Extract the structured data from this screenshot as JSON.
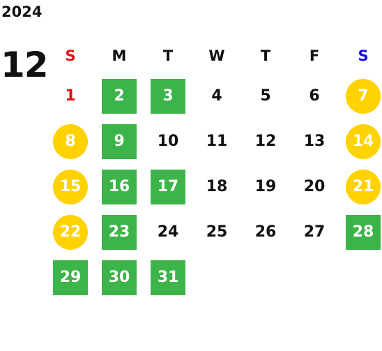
{
  "calendar": {
    "year": "2024",
    "month": "12",
    "weekdays": [
      {
        "label": "S",
        "color": "#e01010"
      },
      {
        "label": "M",
        "color": "#111111"
      },
      {
        "label": "T",
        "color": "#111111"
      },
      {
        "label": "W",
        "color": "#111111"
      },
      {
        "label": "T",
        "color": "#111111"
      },
      {
        "label": "F",
        "color": "#111111"
      },
      {
        "label": "S",
        "color": "#1010e0"
      }
    ],
    "first_weekday_index": 0,
    "days": [
      {
        "day": "1",
        "style": "plain",
        "color": "#e01010"
      },
      {
        "day": "2",
        "style": "green"
      },
      {
        "day": "3",
        "style": "green"
      },
      {
        "day": "4",
        "style": "plain"
      },
      {
        "day": "5",
        "style": "plain"
      },
      {
        "day": "6",
        "style": "plain"
      },
      {
        "day": "7",
        "style": "yellow"
      },
      {
        "day": "8",
        "style": "yellow"
      },
      {
        "day": "9",
        "style": "green"
      },
      {
        "day": "10",
        "style": "plain"
      },
      {
        "day": "11",
        "style": "plain"
      },
      {
        "day": "12",
        "style": "plain"
      },
      {
        "day": "13",
        "style": "plain"
      },
      {
        "day": "14",
        "style": "yellow"
      },
      {
        "day": "15",
        "style": "yellow"
      },
      {
        "day": "16",
        "style": "green"
      },
      {
        "day": "17",
        "style": "green"
      },
      {
        "day": "18",
        "style": "plain"
      },
      {
        "day": "19",
        "style": "plain"
      },
      {
        "day": "20",
        "style": "plain"
      },
      {
        "day": "21",
        "style": "yellow"
      },
      {
        "day": "22",
        "style": "yellow"
      },
      {
        "day": "23",
        "style": "green"
      },
      {
        "day": "24",
        "style": "plain"
      },
      {
        "day": "25",
        "style": "plain"
      },
      {
        "day": "26",
        "style": "plain"
      },
      {
        "day": "27",
        "style": "plain"
      },
      {
        "day": "28",
        "style": "green"
      },
      {
        "day": "29",
        "style": "green"
      },
      {
        "day": "30",
        "style": "green"
      },
      {
        "day": "31",
        "style": "green"
      }
    ],
    "colors": {
      "green": "#3cb449",
      "yellow": "#ffd200",
      "sunday": "#e01010",
      "saturday": "#1010e0",
      "text": "#111111"
    }
  }
}
